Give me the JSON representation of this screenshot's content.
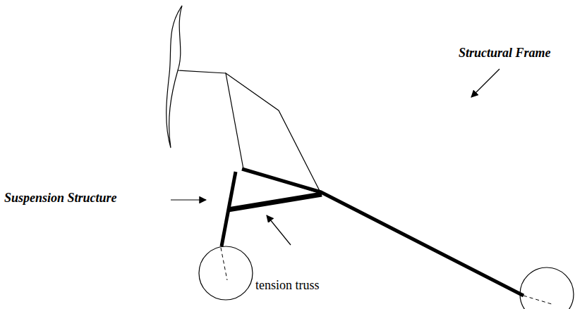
{
  "diagram": {
    "labels": [
      "Structural Frame",
      "Suspension Structure",
      "tension truss"
    ]
  }
}
